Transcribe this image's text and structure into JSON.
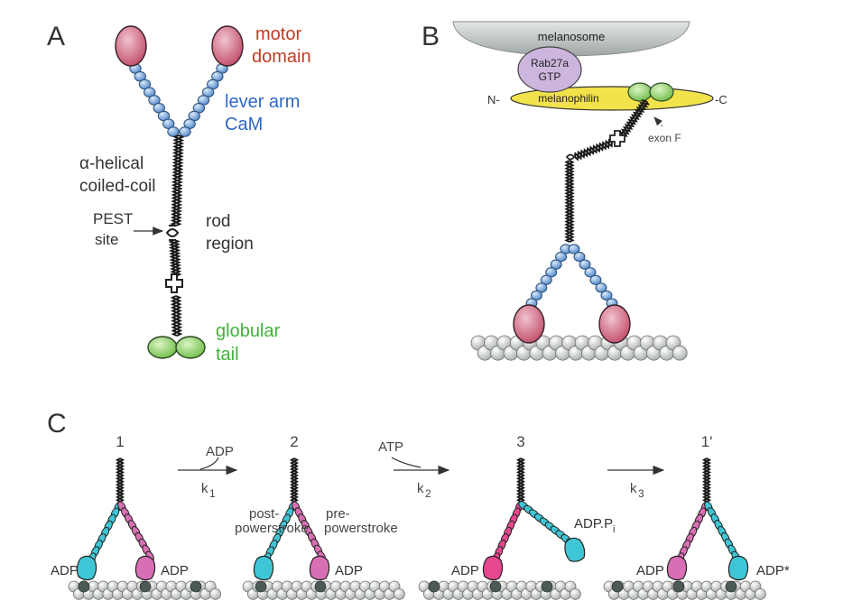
{
  "panels": {
    "A": {
      "letter": "A",
      "motor_1": "motor",
      "motor_2": "domain",
      "lever_1": "lever arm",
      "lever_2": "CaM",
      "coil_1": "α-helical",
      "coil_2": "coiled-coil",
      "pest_1": "PEST",
      "pest_2": "site",
      "rod_1": "rod",
      "rod_2": "region",
      "tail_1": "globular",
      "tail_2": "tail"
    },
    "B": {
      "letter": "B",
      "melanosome": "melanosome",
      "rab_1": "Rab27a",
      "rab_2": "GTP",
      "melanophilin": "melanophilin",
      "n_term": "N-",
      "c_term": "-C",
      "exon": "exon F"
    },
    "C": {
      "letter": "C",
      "state_1": "1",
      "state_2": "2",
      "state_3": "3",
      "state_4": "1'",
      "arrow1_top": "ADP",
      "arrow1_rate": "k",
      "arrow1_sub": "1",
      "arrow2_top": "ATP",
      "arrow2_rate": "k",
      "arrow2_sub": "2",
      "arrow3_rate": "k",
      "arrow3_sub": "3",
      "adp": "ADP",
      "adp_star": "ADP*",
      "adp_pi": "ADP.P",
      "adp_pi_sub": "i",
      "post": "post-",
      "pre": "pre-",
      "powerstroke": "powerstroke"
    }
  },
  "colors": {
    "motor_head": "#c8637a",
    "cam_bead": "#6d9fd6",
    "tail": "#8fd46a",
    "lever_label": "#2e67c4",
    "motor_label": "#c23b22",
    "tail_label": "#3fb23a",
    "melanophilin": "#f2e24b",
    "rab": "#cdb6dd",
    "actin": "#cfd3cf",
    "cyan_head": "#3fc6d6",
    "pink_head": "#d86fb4",
    "magenta_head": "#e6488f"
  }
}
